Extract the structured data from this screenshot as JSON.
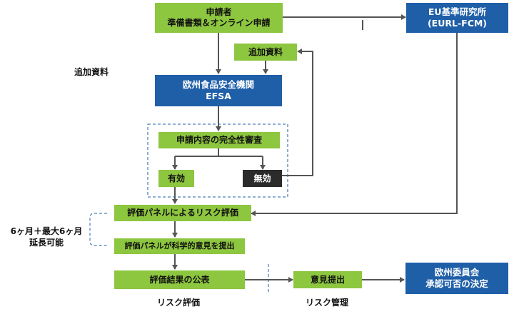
{
  "nodes": {
    "applicant": [
      "申請者",
      "準備書類＆オンライン申請"
    ],
    "eurl": [
      "EU基準研究所",
      "(EURL-FCM)"
    ],
    "additional_materials_box": "追加資料",
    "efsa": [
      "欧州食品安全機関",
      "EFSA"
    ],
    "completeness_review": "申請内容の完全性審査",
    "valid": "有効",
    "invalid": "無効",
    "panel_assessment": "評価パネルによるリスク評価",
    "scientific_opinion": "評価パネルが科学的意見を提出",
    "publication": "評価結果の公表",
    "opinion_submission": "意見提出",
    "commission": [
      "欧州委員会",
      "承認可否の決定"
    ]
  },
  "labels": {
    "additional_materials_left": "追加資料",
    "duration": [
      "6ヶ月＋最大6ヶ月",
      "延長可能"
    ],
    "risk_assessment": "リスク評価",
    "risk_management": "リスク管理"
  },
  "colors": {
    "green": "#8dc63f",
    "blue": "#1f5fa8",
    "dark": "#2b2b2b",
    "arrow": "#555555",
    "dashed": "#1f5fa8"
  }
}
